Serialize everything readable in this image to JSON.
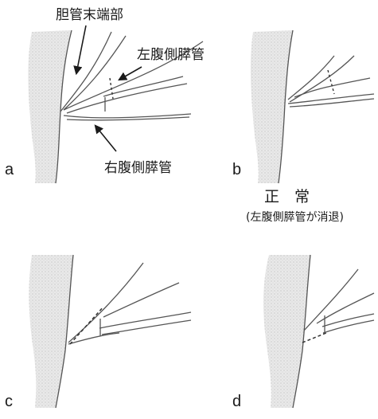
{
  "labels": {
    "bile_duct_end": "胆管末端部",
    "left_ventral_duct": "左腹側膵管",
    "right_ventral_duct": "右腹側膵管",
    "normal_title": "正　常",
    "normal_note": "(左腹側膵管が消退)"
  },
  "panels": [
    {
      "letter": "a"
    },
    {
      "letter": "b"
    },
    {
      "letter": "c"
    },
    {
      "letter": "d"
    }
  ]
}
